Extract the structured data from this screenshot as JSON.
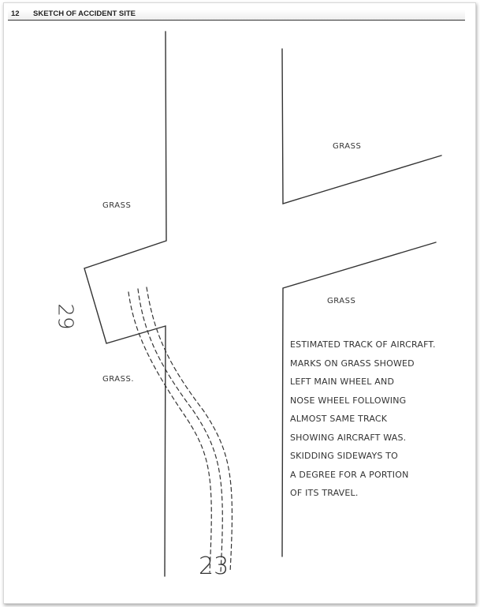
{
  "header": {
    "section_number": "12",
    "title": "SKETCH OF ACCIDENT SITE"
  },
  "sketch": {
    "grass_labels": [
      "GRASS",
      "GRASS",
      "GRASS",
      "GRASS."
    ],
    "runway_numbers": {
      "north_end": "29",
      "south_end": "23"
    },
    "note_lines": [
      "ESTIMATED TRACK OF AIRCRAFT.",
      "MARKS ON GRASS SHOWED",
      "LEFT MAIN WHEEL AND",
      "NOSE WHEEL FOLLOWING",
      "ALMOST SAME TRACK",
      "SHOWING AIRCRAFT WAS.",
      "SKIDDING SIDEWAYS TO",
      "A DEGREE FOR A PORTION",
      "OF ITS TRAVEL."
    ]
  }
}
